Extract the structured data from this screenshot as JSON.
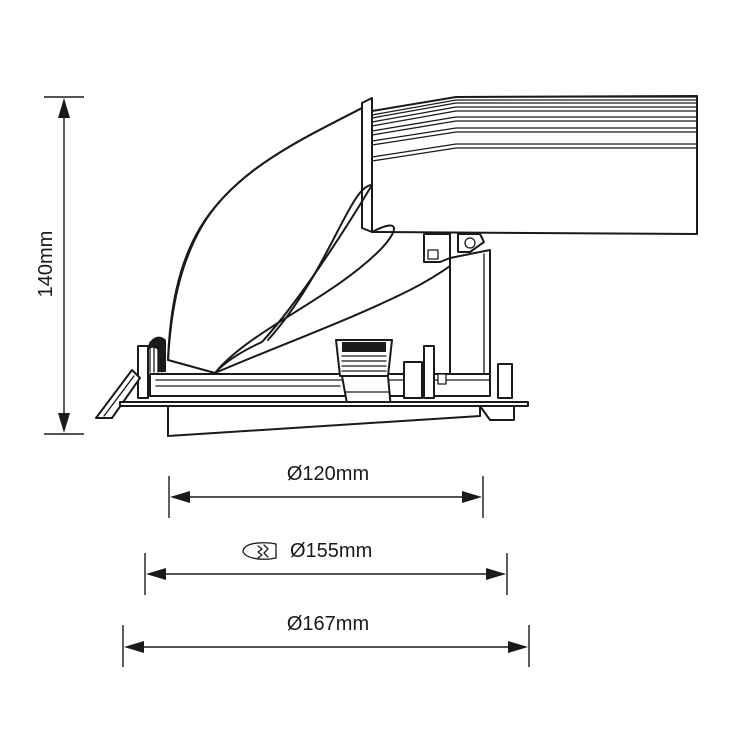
{
  "dimensions": {
    "height": "140mm",
    "diameter_inner": "Ø120mm",
    "diameter_cutout": "Ø155mm",
    "diameter_outer": "Ø167mm"
  },
  "icons": {
    "cutout_symbol": "hole-saw-icon"
  },
  "colors": {
    "line": "#1a1a1a",
    "background": "#ffffff"
  }
}
